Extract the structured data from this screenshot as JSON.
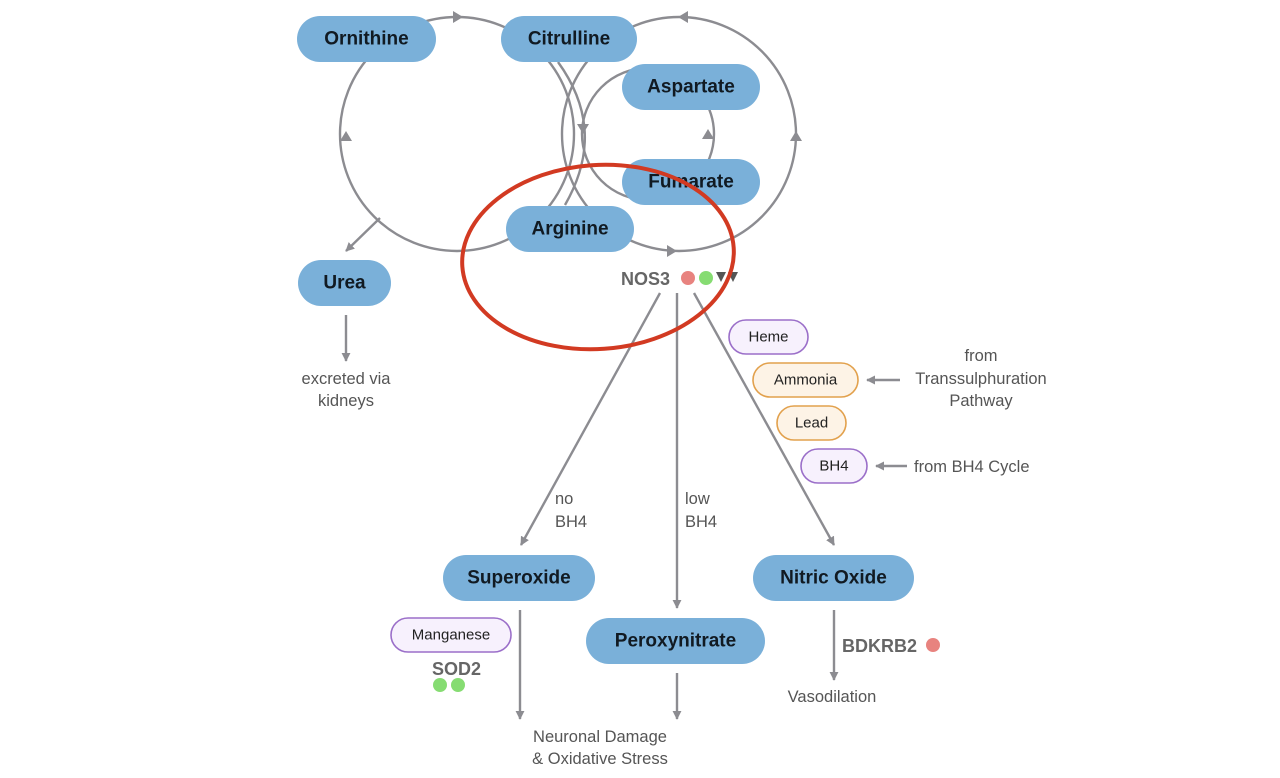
{
  "nodes": {
    "ornithine": "Ornithine",
    "citrulline": "Citrulline",
    "aspartate": "Aspartate",
    "fumarate": "Fumarate",
    "arginine": "Arginine",
    "urea": "Urea",
    "superoxide": "Superoxide",
    "peroxynitrate": "Peroxynitrate",
    "nitric_oxide": "Nitric Oxide"
  },
  "cofactors": {
    "heme": "Heme",
    "ammonia": "Ammonia",
    "lead": "Lead",
    "bh4": "BH4",
    "manganese": "Manganese"
  },
  "genes": {
    "nos3": "NOS3",
    "sod2": "SOD2",
    "bdkrb2": "BDKRB2"
  },
  "labels": {
    "excreted_1": "excreted via",
    "excreted_2": "kidneys",
    "from_trans_1": "from",
    "from_trans_2": "Transsulphuration",
    "from_trans_3": "Pathway",
    "from_bh4": "from BH4 Cycle",
    "no_bh4_1": "no",
    "no_bh4_2": "BH4",
    "low_bh4_1": "low",
    "low_bh4_2": "BH4",
    "vasodilation": "Vasodilation",
    "neuronal_1": "Neuronal Damage",
    "neuronal_2": "& Oxidative Stress"
  },
  "colors": {
    "node_fill": "#7ab0d9",
    "arrow": "#8c8c91",
    "marker_red": "#e8837f",
    "marker_green": "#86dc72",
    "highlight_ring": "#d23a22",
    "cofactor_purple_border": "#9b6fc9",
    "cofactor_purple_fill": "#f7f1fd",
    "cofactor_orange_border": "#e2a14d",
    "cofactor_orange_fill": "#fdf3e6"
  }
}
